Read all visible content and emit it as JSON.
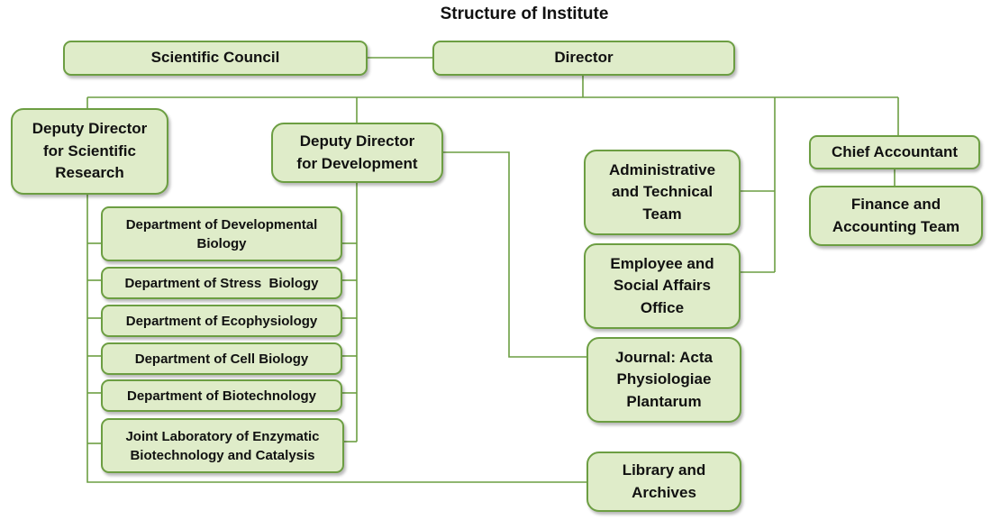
{
  "title": "Structure of Institute",
  "nodes": {
    "scientific_council": "Scientific Council",
    "director": "Director",
    "deputy_research": "Deputy Director\nfor Scientific\nResearch",
    "deputy_development": "Deputy Director\nfor Development",
    "chief_accountant": "Chief Accountant",
    "finance_team": "Finance and\nAccounting Team",
    "admin_team": "Administrative\nand Technical\nTeam",
    "employee_office": "Employee and\nSocial Affairs\nOffice",
    "journal": "Journal: Acta\nPhysiologiae\nPlantarum",
    "library": "Library and\nArchives",
    "dept_developmental": "Department of Developmental\nBiology",
    "dept_stress": "Department of Stress  Biology",
    "dept_ecophysiology": "Department of Ecophysiology",
    "dept_cell": "Department of Cell Biology",
    "dept_biotechnology": "Department of Biotechnology",
    "joint_lab": "Joint Laboratory of Enzymatic\nBiotechnology and Catalysis"
  },
  "colors": {
    "node_fill": "#dfecc9",
    "node_border": "#6c9e42",
    "connector": "#6c9e42"
  }
}
